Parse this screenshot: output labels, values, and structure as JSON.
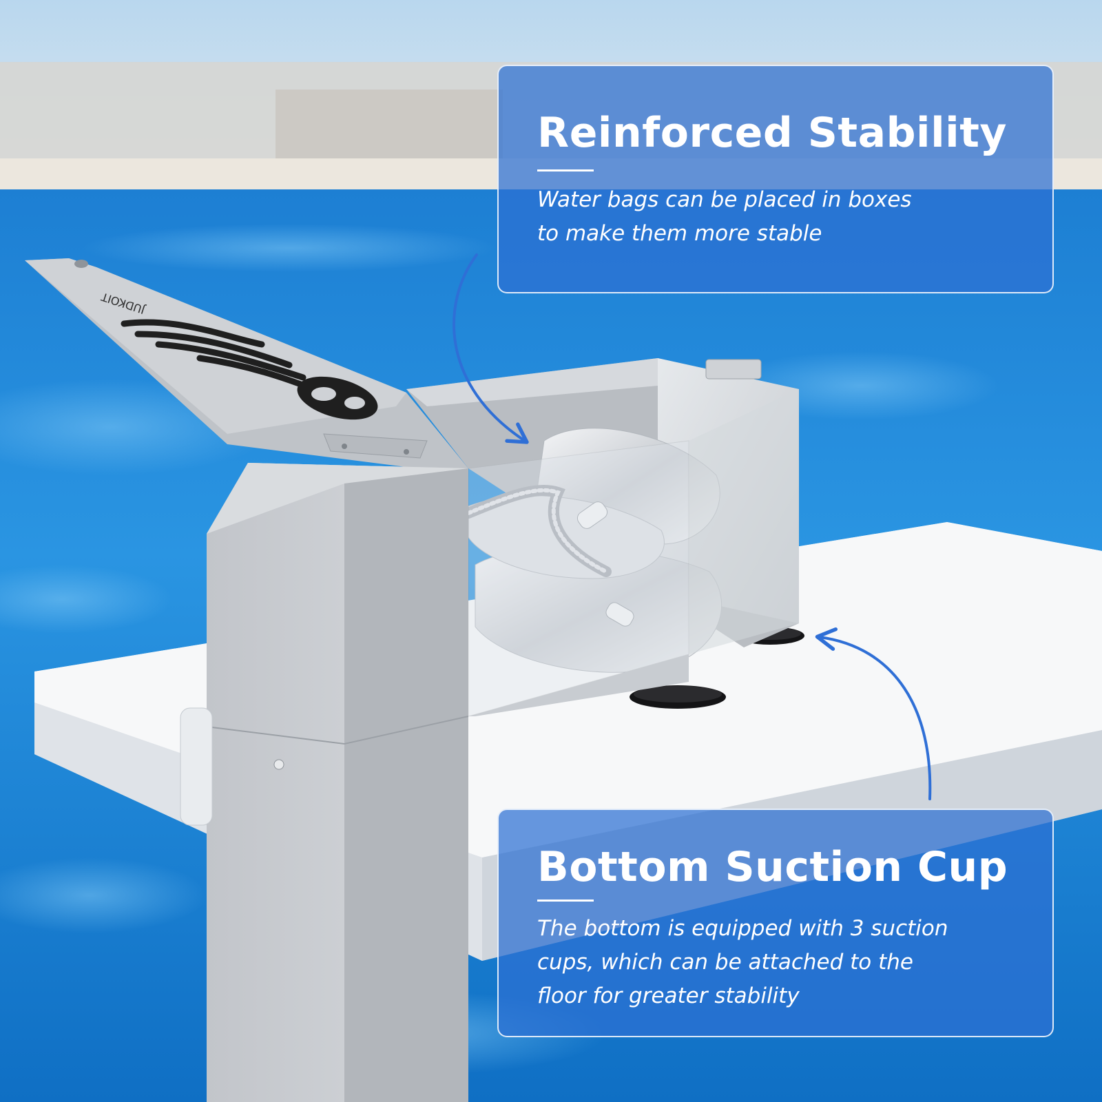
{
  "callouts": {
    "top": {
      "title": "Reinforced Stability",
      "body_lines": [
        "Water bags can be placed in boxes",
        "to make them more stable"
      ]
    },
    "bottom": {
      "title": "Bottom Suction Cup",
      "body_lines": [
        "The bottom is equipped with 3 suction",
        "cups, which can be attached to the",
        "floor  for greater stability"
      ]
    }
  },
  "lid_print": "JUDKOIT",
  "colors": {
    "callout_fill": "#2c70d2",
    "arrow": "#2f6fd6",
    "pool_water": "#1e88d8",
    "foam_board": "#f4f6f8",
    "stainless_steel": "#c9ccd1",
    "suction_cup": "#1a1a1c"
  }
}
